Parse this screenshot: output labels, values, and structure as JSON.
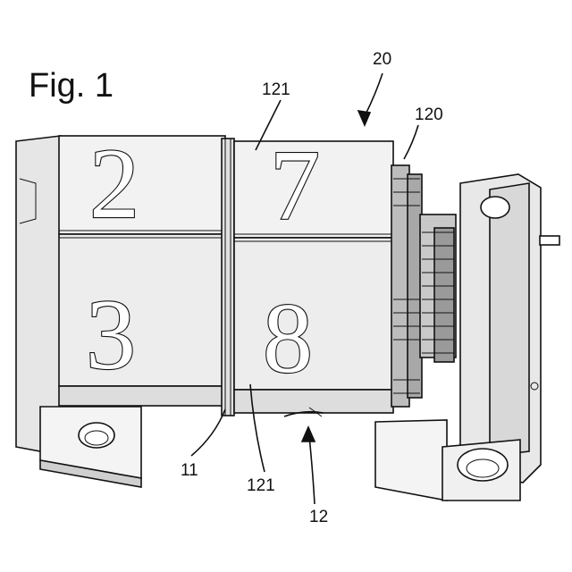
{
  "figure": {
    "title": "Fig. 1",
    "digits": {
      "top_left": "2",
      "top_right": "7",
      "bottom_left": "3",
      "bottom_right": "8"
    },
    "labels": {
      "assembly": "20",
      "gear": "120",
      "wheel_top": "121",
      "wheel_bottom": "121",
      "ring": "11",
      "mechanism": "12"
    }
  },
  "colors": {
    "line": "#111111",
    "face": "#f2f2f2",
    "shade": "#d9d9d9",
    "dark": "#8c8c8c"
  }
}
